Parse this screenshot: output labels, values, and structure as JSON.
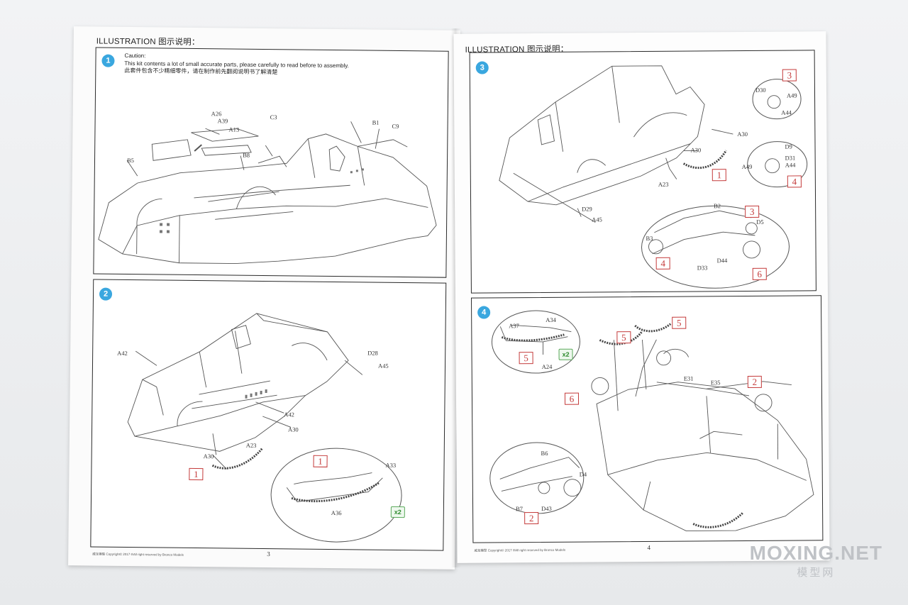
{
  "left_page": {
    "heading": "ILLUSTRATION 图示说明：",
    "page_number": "3",
    "footer": "威龙模型  Copyright© 2017 ®All right reserved by Bronco Models",
    "step1": {
      "badge": "1",
      "caution_title": "Caution:",
      "caution_en": "This kit contents a lot of small accurate parts, please carefully to read before to assembly.",
      "caution_cn": "此套件包含不少精细零件，请在制作前先翻阅说明书了解清楚",
      "labels": [
        "A26",
        "A39",
        "C3",
        "A13",
        "B1",
        "C9",
        "B5",
        "B8"
      ]
    },
    "step2": {
      "badge": "2",
      "labels": [
        "A42",
        "D28",
        "A45",
        "A42",
        "A30",
        "A30",
        "A23",
        "A33",
        "A36"
      ],
      "step_refs": [
        "1",
        "1"
      ],
      "qty": "x2"
    }
  },
  "right_page": {
    "heading": "ILLUSTRATION 图示说明：",
    "page_number": "4",
    "footer": "威龙模型  Copyright© 2017 ®All right reserved by Bronco Models",
    "step3": {
      "badge": "3",
      "labels": [
        "D30",
        "A49",
        "A44",
        "A30",
        "A30",
        "D9",
        "D31",
        "A44",
        "A49",
        "A23",
        "D29",
        "A45",
        "B2",
        "D5",
        "B3",
        "D33",
        "D44"
      ],
      "step_refs": [
        "3",
        "1",
        "4",
        "3",
        "4",
        "6"
      ]
    },
    "step4": {
      "badge": "4",
      "labels": [
        "A37",
        "A34",
        "A24",
        "E31",
        "E35",
        "B6",
        "D4",
        "B7",
        "D43"
      ],
      "step_refs": [
        "5",
        "5",
        "5",
        "6",
        "2",
        "2"
      ],
      "qty": "x2"
    }
  },
  "watermark": {
    "main": "MOXING.NET",
    "sub": "模型网"
  },
  "colors": {
    "badge": "#3aa7df",
    "step_ref": "#c43a3a",
    "qty": "#2d8a2d"
  }
}
